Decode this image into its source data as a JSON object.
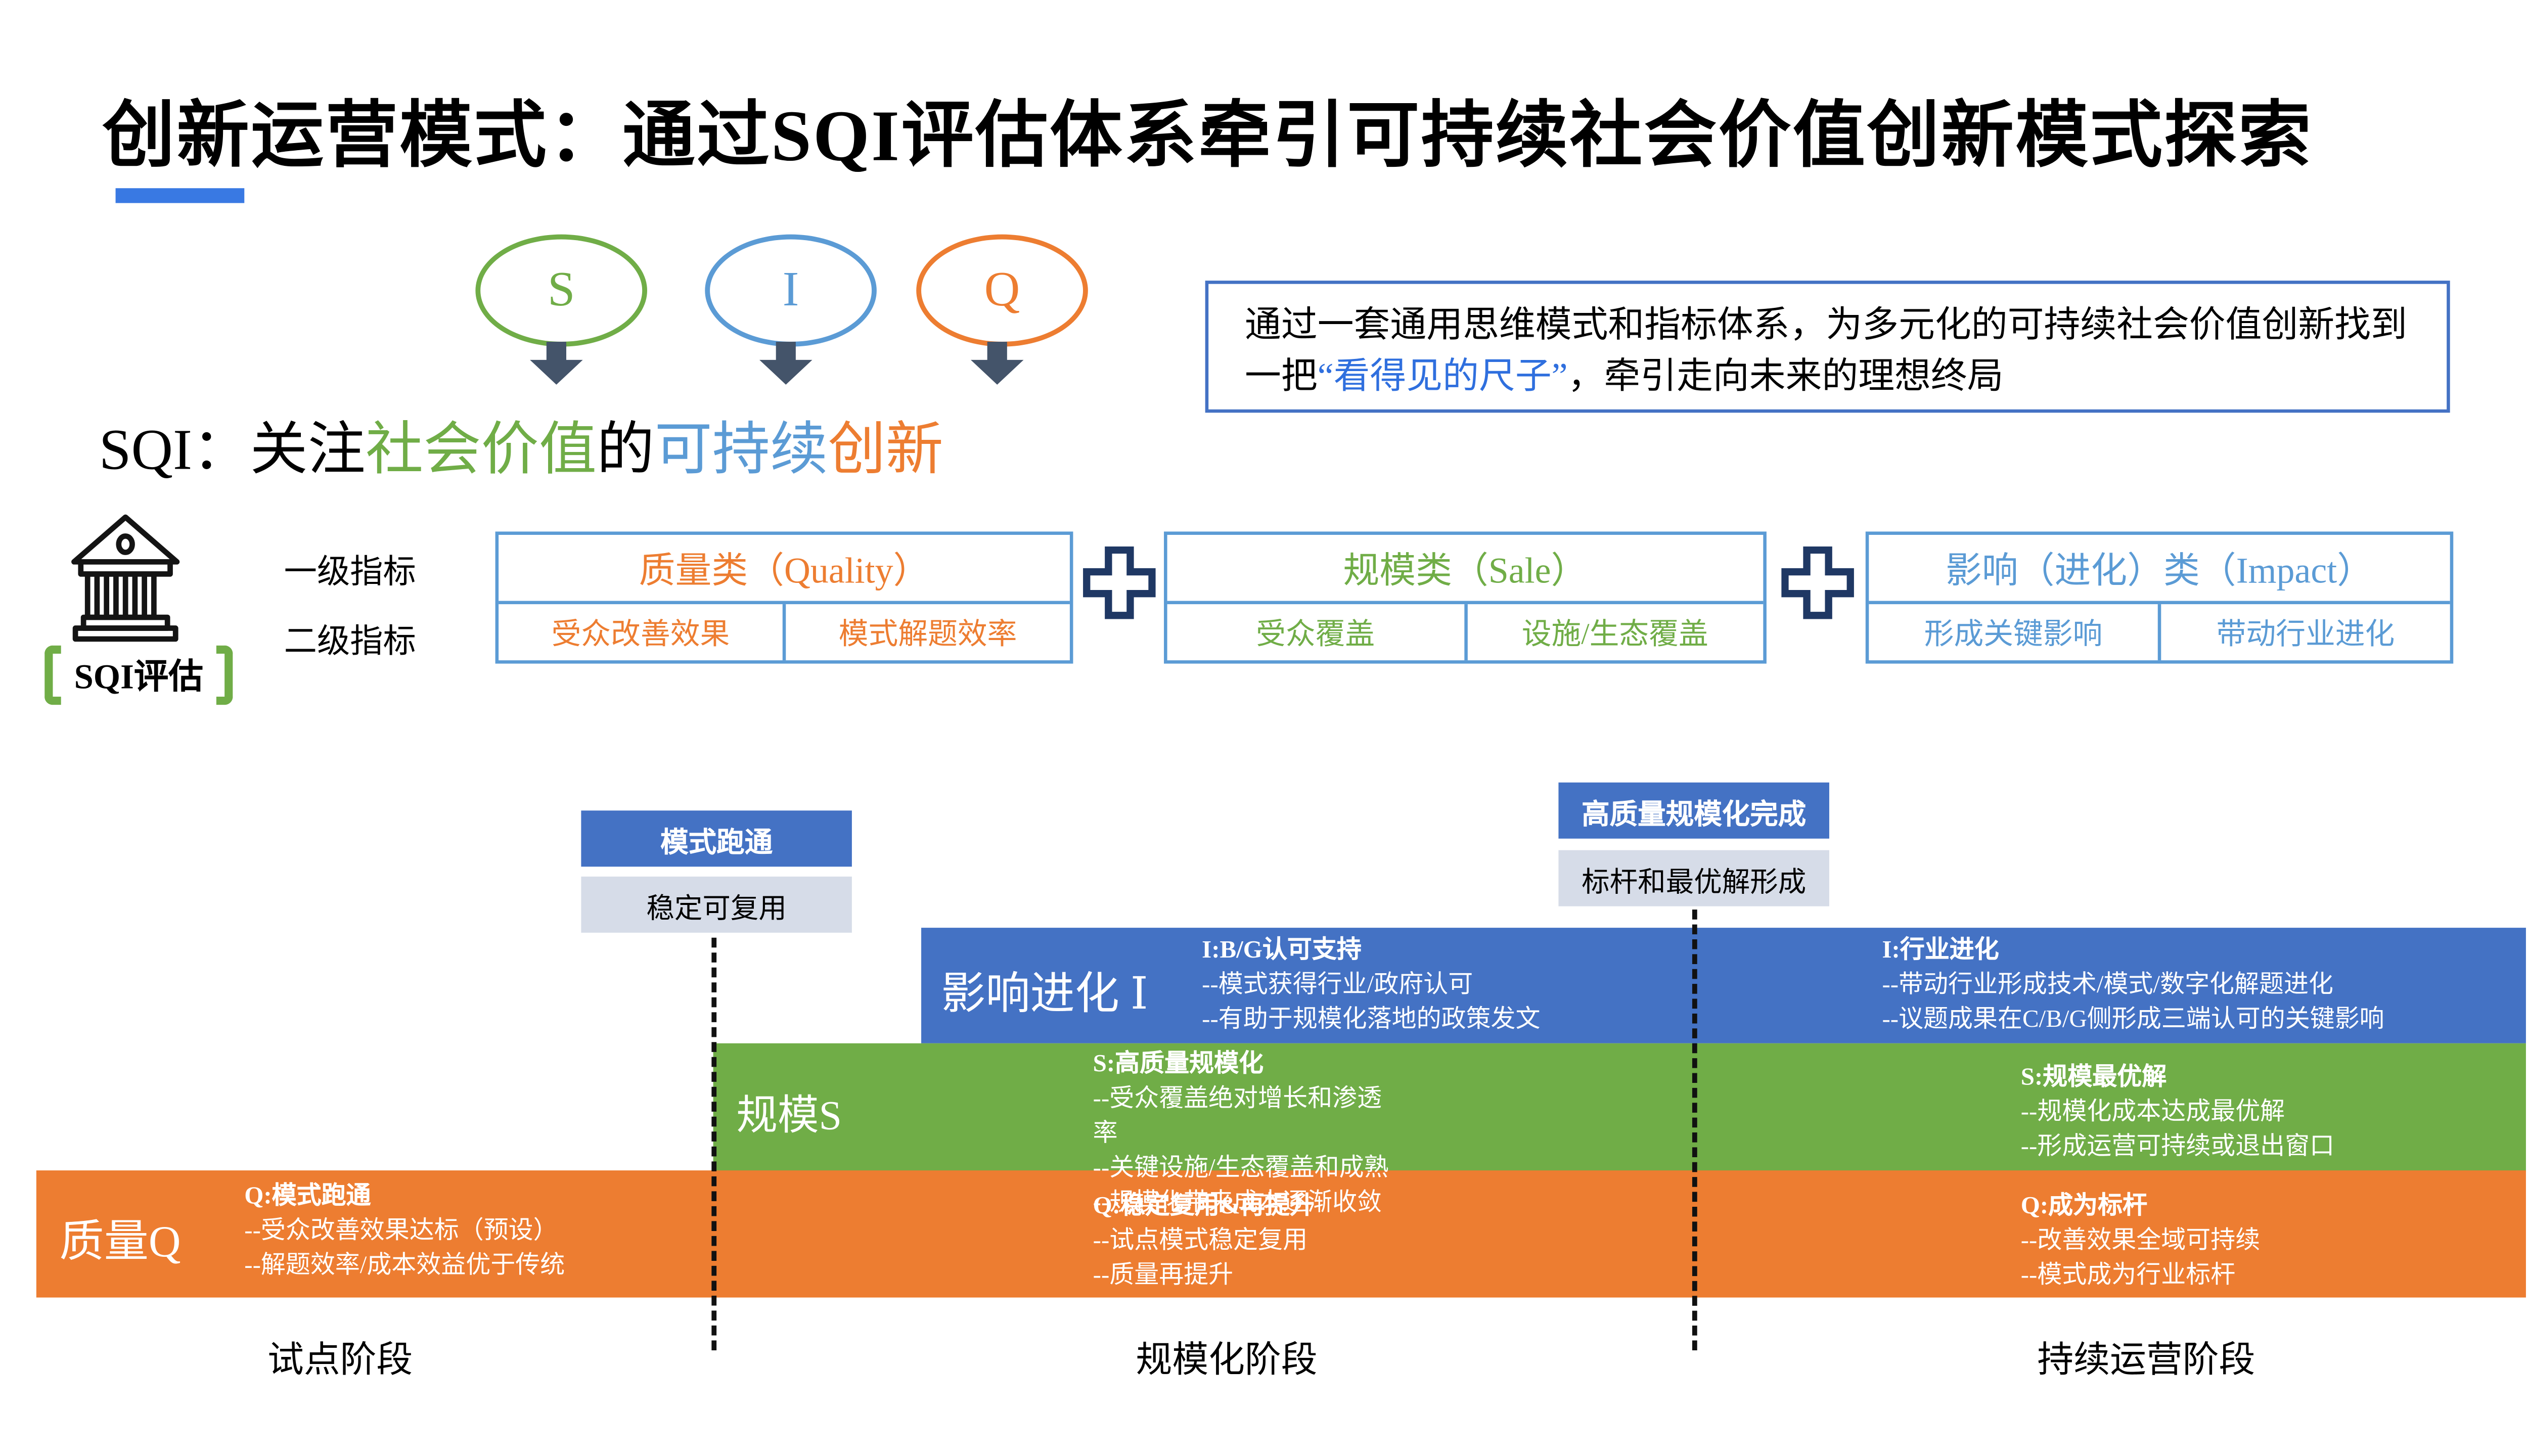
{
  "title": "创新运营模式：通过SQI评估体系牵引可持续社会价值创新模式探索",
  "colors": {
    "blue": "#4472C4",
    "light_blue": "#5B9BD5",
    "green": "#70AD47",
    "orange": "#ED7D31",
    "lavender": "#D6DCE8",
    "navy": "#1F3864",
    "arrow_gray": "#44546A",
    "underline_blue": "#3979E3",
    "note_blue": "#2F6FDE"
  },
  "siq": {
    "ellipses": [
      {
        "letter": "S",
        "color": "#70AD47"
      },
      {
        "letter": "I",
        "color": "#5B9BD5"
      },
      {
        "letter": "Q",
        "color": "#ED7D31"
      }
    ],
    "headline_segments": [
      {
        "t": "SQI：关注",
        "c": "#000000"
      },
      {
        "t": "社会价值",
        "c": "#70AD47"
      },
      {
        "t": "的",
        "c": "#000000"
      },
      {
        "t": "可持续",
        "c": "#5B9BD5"
      },
      {
        "t": "创新",
        "c": "#ED7D31"
      }
    ]
  },
  "note": {
    "segments": [
      {
        "t": "通过一套通用思维模式和指标体系，为多元化的可持续社会价值创新找到一把",
        "c": "#000000"
      },
      {
        "t": "“看得见的尺子”",
        "c": "#2F6FDE"
      },
      {
        "t": "，牵引走向未来的理想终局",
        "c": "#000000"
      }
    ]
  },
  "indicators": {
    "sqi_label": "SQI评估",
    "bank_icon": "bank-building-icon",
    "level1_label": "一级指标",
    "level2_label": "二级指标",
    "plus_icon": "plus-icon",
    "groups": [
      {
        "header": "质量类（Quality）",
        "accent": "#ED7D31",
        "cells": [
          "受众改善效果",
          "模式解题效率"
        ]
      },
      {
        "header": "规模类（Sale）",
        "accent": "#70AD47",
        "cells": [
          "受众覆盖",
          "设施/生态覆盖"
        ]
      },
      {
        "header": "影响（进化）类（Impact）",
        "accent": "#5B9BD5",
        "cells": [
          "形成关键影响",
          "带动行业进化"
        ]
      }
    ]
  },
  "timeline": {
    "milestones": [
      {
        "title": "模式跑通",
        "subtitle": "稳定可复用"
      },
      {
        "title": "高质量规模化完成",
        "subtitle": "标杆和最优解形成"
      }
    ],
    "bars": {
      "impact": {
        "label": "影响进化 Ⅰ",
        "color": "#4472C4",
        "mid_lines": [
          "I:B/G认可支持",
          "--模式获得行业/政府认可",
          "--有助于规模化落地的政策发文"
        ],
        "right_lines": [
          "I:行业进化",
          "--带动行业形成技术/模式/数字化解题进化",
          "--议题成果在C/B/G侧形成三端认可的关键影响"
        ]
      },
      "scale": {
        "label": "规模S",
        "color": "#70AD47",
        "mid_lines": [
          "S:高质量规模化",
          "--受众覆盖绝对增长和渗透",
          "率",
          "--关键设施/生态覆盖和成熟",
          "--规模化带来成本逐渐收敛"
        ],
        "right_lines": [
          "S:规模最优解",
          "--规模化成本达成最优解",
          "--形成运营可持续或退出窗口"
        ]
      },
      "quality": {
        "label": "质量Q",
        "color": "#ED7D31",
        "left_lines": [
          "Q:模式跑通",
          "--受众改善效果达标（预设）",
          "--解题效率/成本效益优于传统"
        ],
        "mid_lines": [
          "Q:稳定复用&再提升",
          "--试点模式稳定复用",
          "--质量再提升"
        ],
        "right_lines": [
          "Q:成为标杆",
          "--改善效果全域可持续",
          "--模式成为行业标杆"
        ]
      }
    },
    "stages": [
      "试点阶段",
      "规模化阶段",
      "持续运营阶段"
    ]
  }
}
